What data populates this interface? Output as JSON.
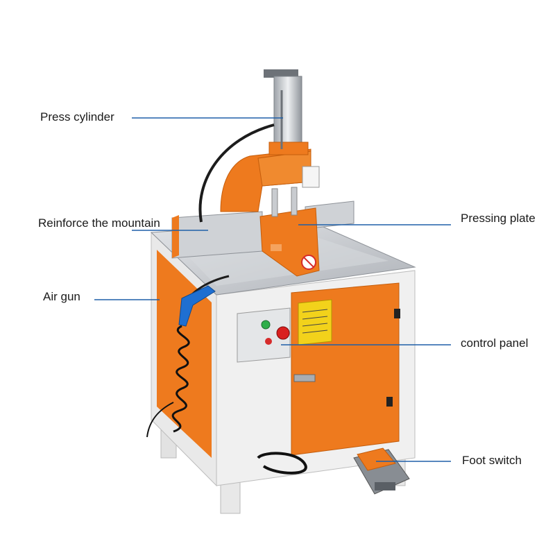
{
  "labels": {
    "press_cylinder": "Press cylinder",
    "reinforce_mountain": "Reinforce the mountain",
    "air_gun": "Air gun",
    "pressing_plate": "Pressing plate",
    "control_panel": "control panel",
    "foot_switch": "Foot switch"
  },
  "colors": {
    "leader_line": "#1f5fa8",
    "machine_orange": "#ee7a1e",
    "machine_white": "#eeeeee",
    "steel": "#c9ccd0",
    "warning_yellow": "#f2d21b"
  },
  "icons": {
    "air_gun": "blue-air-gun-icon",
    "foot_switch": "foot-pedal-icon"
  }
}
